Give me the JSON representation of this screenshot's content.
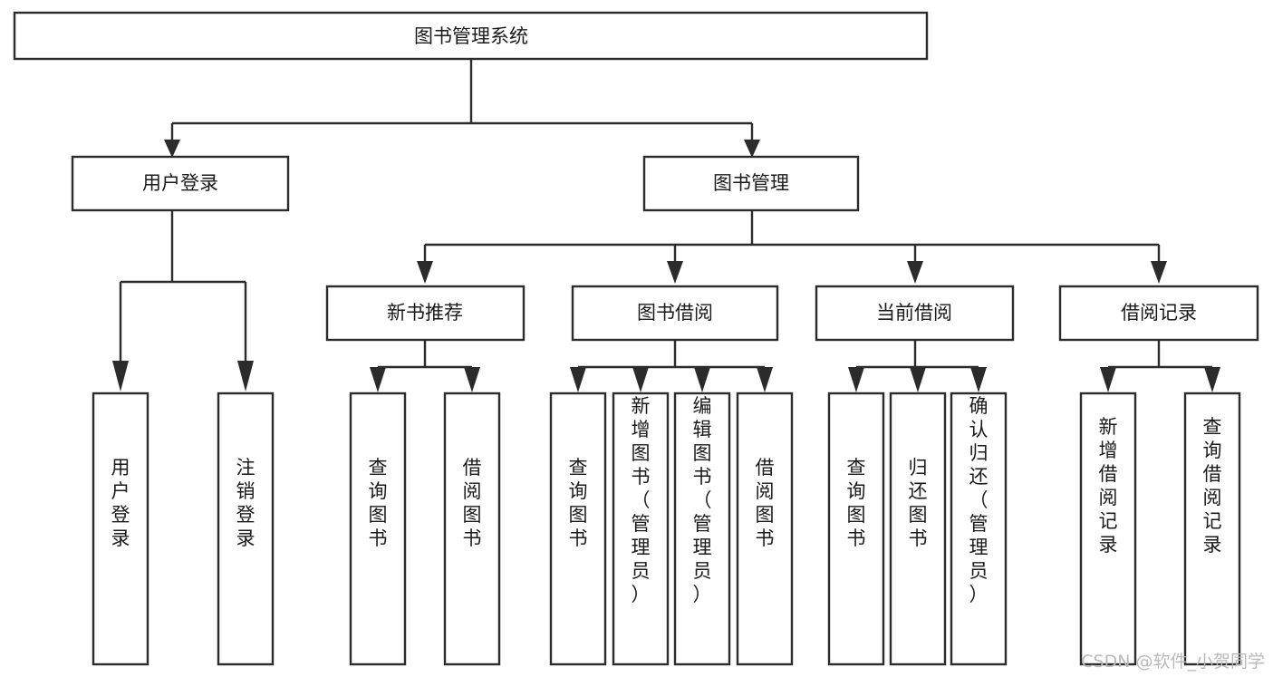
{
  "diagram": {
    "type": "tree-hierarchy-chart",
    "title": "图书管理系统",
    "orientation": "top-down",
    "root": {
      "label": "图书管理系统",
      "text_orientation": "horizontal"
    },
    "level1": [
      {
        "label": "用户登录",
        "text_orientation": "horizontal"
      },
      {
        "label": "图书管理",
        "text_orientation": "horizontal"
      }
    ],
    "level2": [
      {
        "label": "新书推荐",
        "text_orientation": "horizontal",
        "parent": "图书管理"
      },
      {
        "label": "图书借阅",
        "text_orientation": "horizontal",
        "parent": "图书管理"
      },
      {
        "label": "当前借阅",
        "text_orientation": "horizontal",
        "parent": "图书管理"
      },
      {
        "label": "借阅记录",
        "text_orientation": "horizontal",
        "parent": "图书管理"
      }
    ],
    "leaves": {
      "user_login": [
        {
          "label": "用户登录",
          "text_orientation": "vertical"
        },
        {
          "label": "注销登录",
          "text_orientation": "vertical"
        }
      ],
      "new_book_recommend": [
        {
          "label": "查询图书",
          "text_orientation": "vertical"
        },
        {
          "label": "借阅图书",
          "text_orientation": "vertical"
        }
      ],
      "book_borrow": [
        {
          "label": "查询图书",
          "text_orientation": "vertical"
        },
        {
          "label": "新增图书（管理员）",
          "text_orientation": "vertical"
        },
        {
          "label": "编辑图书（管理员）",
          "text_orientation": "vertical"
        },
        {
          "label": "借阅图书",
          "text_orientation": "vertical"
        }
      ],
      "current_borrow": [
        {
          "label": "查询图书",
          "text_orientation": "vertical"
        },
        {
          "label": "归还图书",
          "text_orientation": "vertical"
        },
        {
          "label": "确认归还（管理员）",
          "text_orientation": "vertical"
        }
      ],
      "borrow_record": [
        {
          "label": "新增借阅记录",
          "text_orientation": "vertical"
        },
        {
          "label": "查询借阅记录",
          "text_orientation": "vertical"
        }
      ]
    },
    "colors": {
      "background": "#ffffff",
      "box_fill": "#ffffff",
      "box_stroke": "#2b2b2b",
      "text": "#1a1a1a",
      "watermark": "#b9b9b9"
    }
  },
  "watermark": {
    "text": "CSDN @软件_小贺同学"
  }
}
